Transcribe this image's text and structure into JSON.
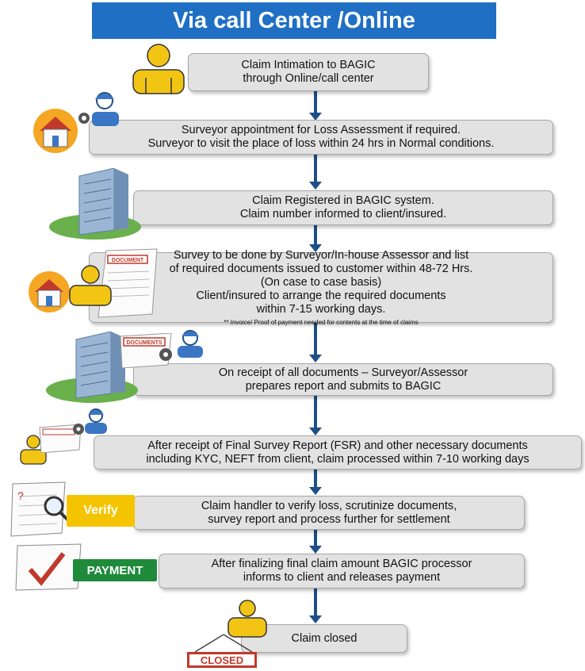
{
  "title": "Via call Center /Online",
  "steps": [
    {
      "lines": [
        "Claim Intimation to BAGIC",
        "through Online/call center"
      ]
    },
    {
      "lines": [
        "Surveyor appointment for Loss Assessment if required.",
        "Surveyor to visit the place of loss within 24 hrs in Normal conditions."
      ]
    },
    {
      "lines": [
        "Claim Registered in BAGIC system.",
        "Claim number informed to client/insured."
      ]
    },
    {
      "lines": [
        "Survey to be done by Surveyor/In-house Assessor and list",
        "of required documents issued to customer within 48-72 Hrs.",
        "(On case to case basis)",
        "Client/insured to arrange the required documents",
        "within 7-15 working days."
      ],
      "note": "** Invoice/ Proof of payment needed for contents at the time of claims"
    },
    {
      "lines": [
        "On receipt of all documents – Surveyor/Assessor",
        "prepares report and submits to BAGIC"
      ]
    },
    {
      "lines": [
        "After receipt of Final Survey Report (FSR) and other necessary documents",
        "including KYC, NEFT from client, claim processed within 7-10 working days"
      ]
    },
    {
      "lines": [
        "Claim handler to verify loss, scrutinize documents,",
        "survey report and process further for settlement"
      ]
    },
    {
      "lines": [
        "After finalizing final claim amount BAGIC processor",
        "informs to client and releases payment"
      ]
    },
    {
      "lines": [
        "Claim closed"
      ]
    }
  ],
  "icon_labels": {
    "document": "DOCUMENT",
    "documents": "DOCUMENTS",
    "verify": "Verify",
    "payment": "PAYMENT",
    "closed": "CLOSED"
  },
  "colors": {
    "header": "#1f6fc4",
    "arrow": "#1e4f86",
    "person": "#f2c515",
    "box": "#e2e2e2",
    "verify": "#f5c400",
    "payment": "#1e8a3a",
    "closed": "#c0392b"
  }
}
